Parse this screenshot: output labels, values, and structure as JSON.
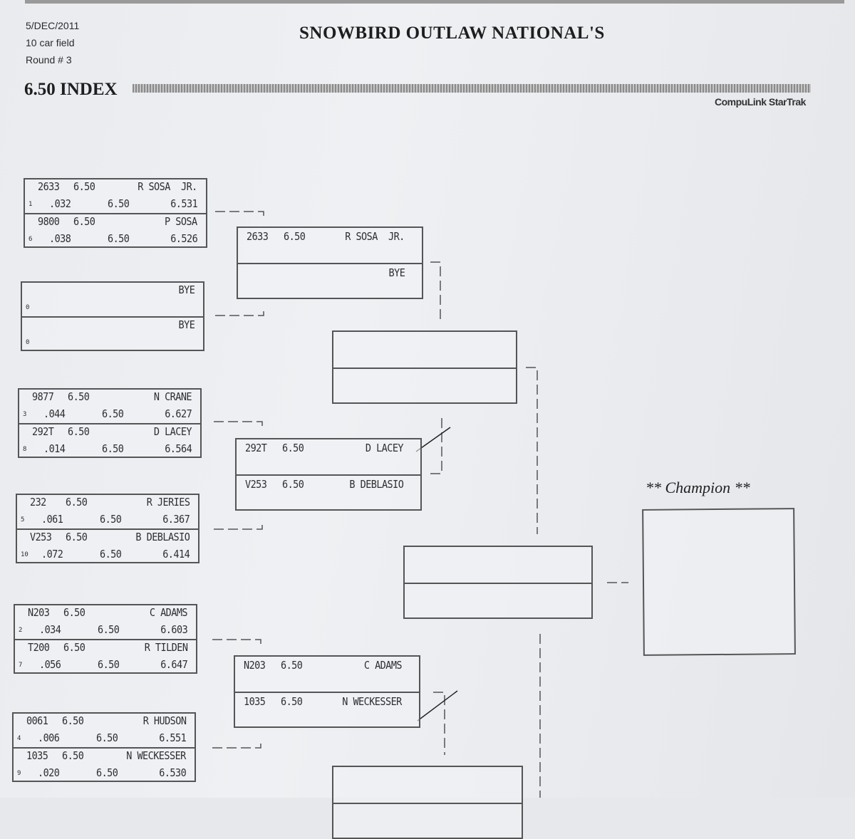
{
  "header": {
    "date": "5/DEC/2011",
    "field": "10 car field",
    "round": "Round # 3",
    "title": "SNOWBIRD OUTLAW NATIONAL'S",
    "index": "6.50 INDEX",
    "brand": "CompuLink StarTrak"
  },
  "round1": [
    [
      {
        "seed": "1",
        "car": "2633",
        "dial": "6.50",
        "name": "R SOSA  JR.",
        "rt": ".032",
        "dial2": "6.50",
        "et": "6.531"
      },
      {
        "seed": "6",
        "car": "9800",
        "dial": "6.50",
        "name": "P SOSA",
        "rt": ".038",
        "dial2": "6.50",
        "et": "6.526"
      }
    ],
    [
      {
        "seed": "0",
        "name": "BYE"
      },
      {
        "seed": "0",
        "name": "BYE"
      }
    ],
    [
      {
        "seed": "3",
        "car": "9877",
        "dial": "6.50",
        "name": "N CRANE",
        "rt": ".044",
        "dial2": "6.50",
        "et": "6.627"
      },
      {
        "seed": "8",
        "car": "292T",
        "dial": "6.50",
        "name": "D LACEY",
        "rt": ".014",
        "dial2": "6.50",
        "et": "6.564"
      }
    ],
    [
      {
        "seed": "5",
        "car": "232",
        "dial": "6.50",
        "name": "R JERIES",
        "rt": ".061",
        "dial2": "6.50",
        "et": "6.367"
      },
      {
        "seed": "10",
        "car": "V253",
        "dial": "6.50",
        "name": "B DEBLASIO",
        "rt": ".072",
        "dial2": "6.50",
        "et": "6.414"
      }
    ],
    [
      {
        "seed": "2",
        "car": "N203",
        "dial": "6.50",
        "name": "C ADAMS",
        "rt": ".034",
        "dial2": "6.50",
        "et": "6.603"
      },
      {
        "seed": "7",
        "car": "T200",
        "dial": "6.50",
        "name": "R TILDEN",
        "rt": ".056",
        "dial2": "6.50",
        "et": "6.647"
      }
    ],
    [
      {
        "seed": "4",
        "car": "0061",
        "dial": "6.50",
        "name": "R HUDSON",
        "rt": ".006",
        "dial2": "6.50",
        "et": "6.551"
      },
      {
        "seed": "9",
        "car": "1035",
        "dial": "6.50",
        "name": "N WECKESSER",
        "rt": ".020",
        "dial2": "6.50",
        "et": "6.530"
      }
    ]
  ],
  "round2": [
    [
      {
        "car": "2633",
        "dial": "6.50",
        "name": "R SOSA  JR."
      },
      {
        "name": "BYE"
      }
    ],
    [
      {
        "car": "292T",
        "dial": "6.50",
        "name": "D LACEY"
      },
      {
        "car": "V253",
        "dial": "6.50",
        "name": "B DEBLASIO"
      }
    ],
    [
      {
        "car": "N203",
        "dial": "6.50",
        "name": "C ADAMS"
      },
      {
        "car": "1035",
        "dial": "6.50",
        "name": "N WECKESSER"
      }
    ]
  ],
  "champion": {
    "label": "** Champion **"
  }
}
